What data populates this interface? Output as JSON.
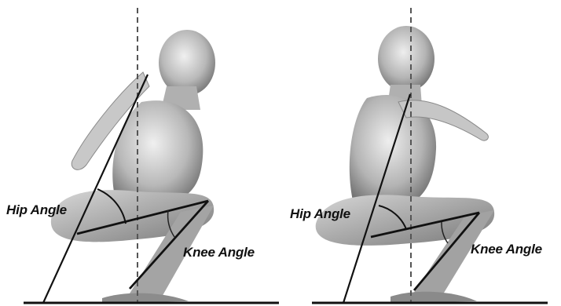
{
  "panels": [
    {
      "id": "left",
      "hip_label": "Hip Angle",
      "knee_label": "Knee Angle"
    },
    {
      "id": "right",
      "hip_label": "Hip Angle",
      "knee_label": "Knee Angle"
    }
  ],
  "colors": {
    "background": "#ffffff",
    "body_shading": "#9a9a9a",
    "lines": "#111111",
    "plumb_line": "#555555"
  }
}
